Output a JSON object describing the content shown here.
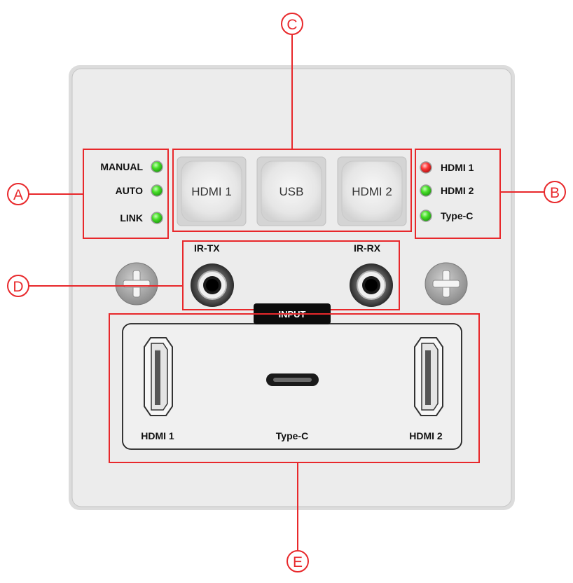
{
  "callouts": {
    "a": "A",
    "b": "B",
    "c": "C",
    "d": "D",
    "e": "E"
  },
  "mode_indicators": [
    {
      "label": "MANUAL",
      "led": "green"
    },
    {
      "label": "AUTO",
      "led": "green"
    },
    {
      "label": "LINK",
      "led": "green"
    }
  ],
  "source_buttons": [
    "HDMI 1",
    "USB",
    "HDMI 2"
  ],
  "source_indicators": [
    {
      "label": "HDMI 1",
      "led": "red"
    },
    {
      "label": "HDMI 2",
      "led": "green"
    },
    {
      "label": "Type-C",
      "led": "green"
    }
  ],
  "ir_ports": {
    "tx": "IR-TX",
    "rx": "IR-RX"
  },
  "input_section": {
    "title": "INPUT",
    "ports": [
      "HDMI 1",
      "Type-C",
      "HDMI 2"
    ]
  },
  "colors": {
    "callout": "#e8282b",
    "led_green": "#35d61d",
    "led_red": "#e8282b",
    "plate": "#ececec"
  }
}
